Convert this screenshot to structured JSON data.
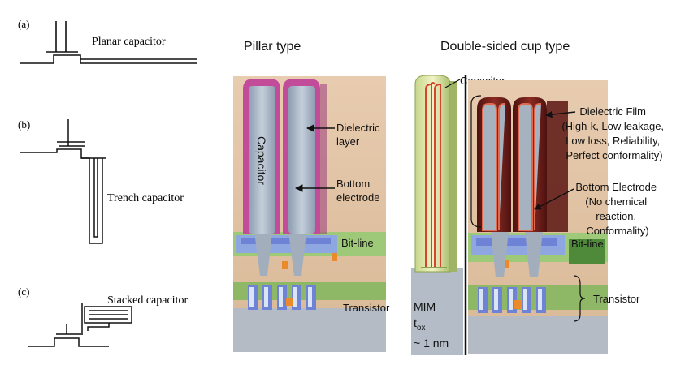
{
  "panels": {
    "a": {
      "tag": "(a)",
      "label": "Planar capacitor"
    },
    "b": {
      "tag": "(b)",
      "label": "Trench capacitor"
    },
    "c": {
      "tag": "(c)",
      "label": "Stacked capacitor"
    }
  },
  "pillar": {
    "title": "Pillar type",
    "capacitor": "Capacitor",
    "dielectric": [
      "Dielectric",
      "layer"
    ],
    "bottom_electrode": [
      "Bottom",
      "electrode"
    ],
    "bitline": "Bit-line",
    "transistor": "Transistor"
  },
  "cup": {
    "title": "Double-sided cup type",
    "capacitor": "Capacitor",
    "dielectric_film": [
      "Dielectric Film",
      "(High-k, Low leakage,",
      "Low loss, Reliability,",
      "Perfect conformality)"
    ],
    "bottom_electrode": [
      "Bottom Electrode",
      "(No chemical",
      "reaction,",
      "Conformality)"
    ],
    "bitline": "Bit-line",
    "transistor": "Transistor",
    "mim": {
      "line1": "MIM",
      "t": "t",
      "sub": "ox",
      "line3": "~ 1 nm"
    }
  },
  "colors": {
    "dielectric": "#c24b9a",
    "electrode": "#a9b7c8",
    "film": "#6e1d1a",
    "cap_bg": "#e3c7a8",
    "bitline_green": "#9ec978",
    "transistor_blue": "#6f83d6",
    "mim_red": "#d4442e"
  }
}
